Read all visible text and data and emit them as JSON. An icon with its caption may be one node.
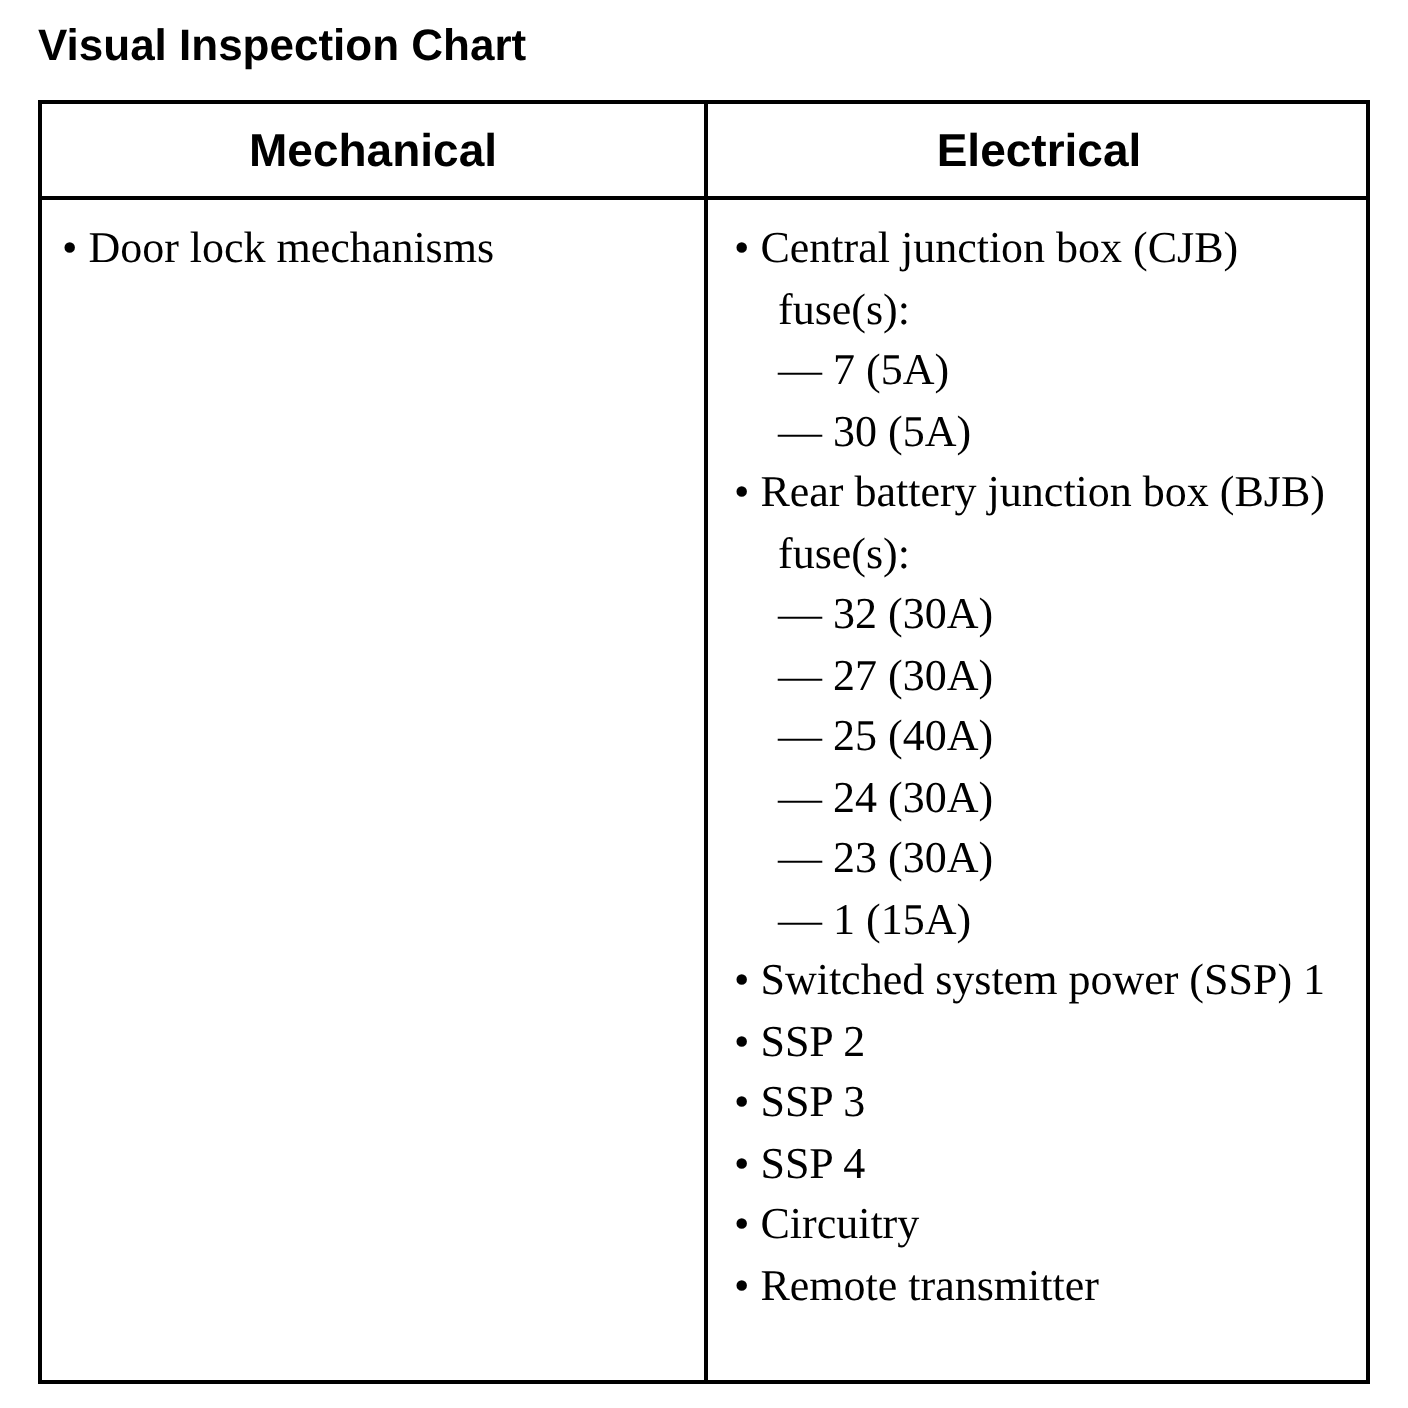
{
  "diagram": {
    "title": "Visual Inspection Chart",
    "labels": [
      "Mechanical",
      "Electrical",
      "• Door lock mechanisms",
      "• Central junction box (CJB) fuse(s):",
      "— 7 (5A)",
      "— 30 (5A)",
      "• Rear battery junction box (BJB) fuse(s):",
      "— 32 (30A)",
      "— 27 (30A)",
      "— 25 (40A)",
      "— 24 (30A)",
      "— 23 (30A)",
      "— 1 (15A)",
      "• Switched system power (SSP) 1",
      "• SSP 2",
      "• SSP 3",
      "• SSP 4",
      "• Circuitry",
      "• Remote transmitter"
    ]
  }
}
